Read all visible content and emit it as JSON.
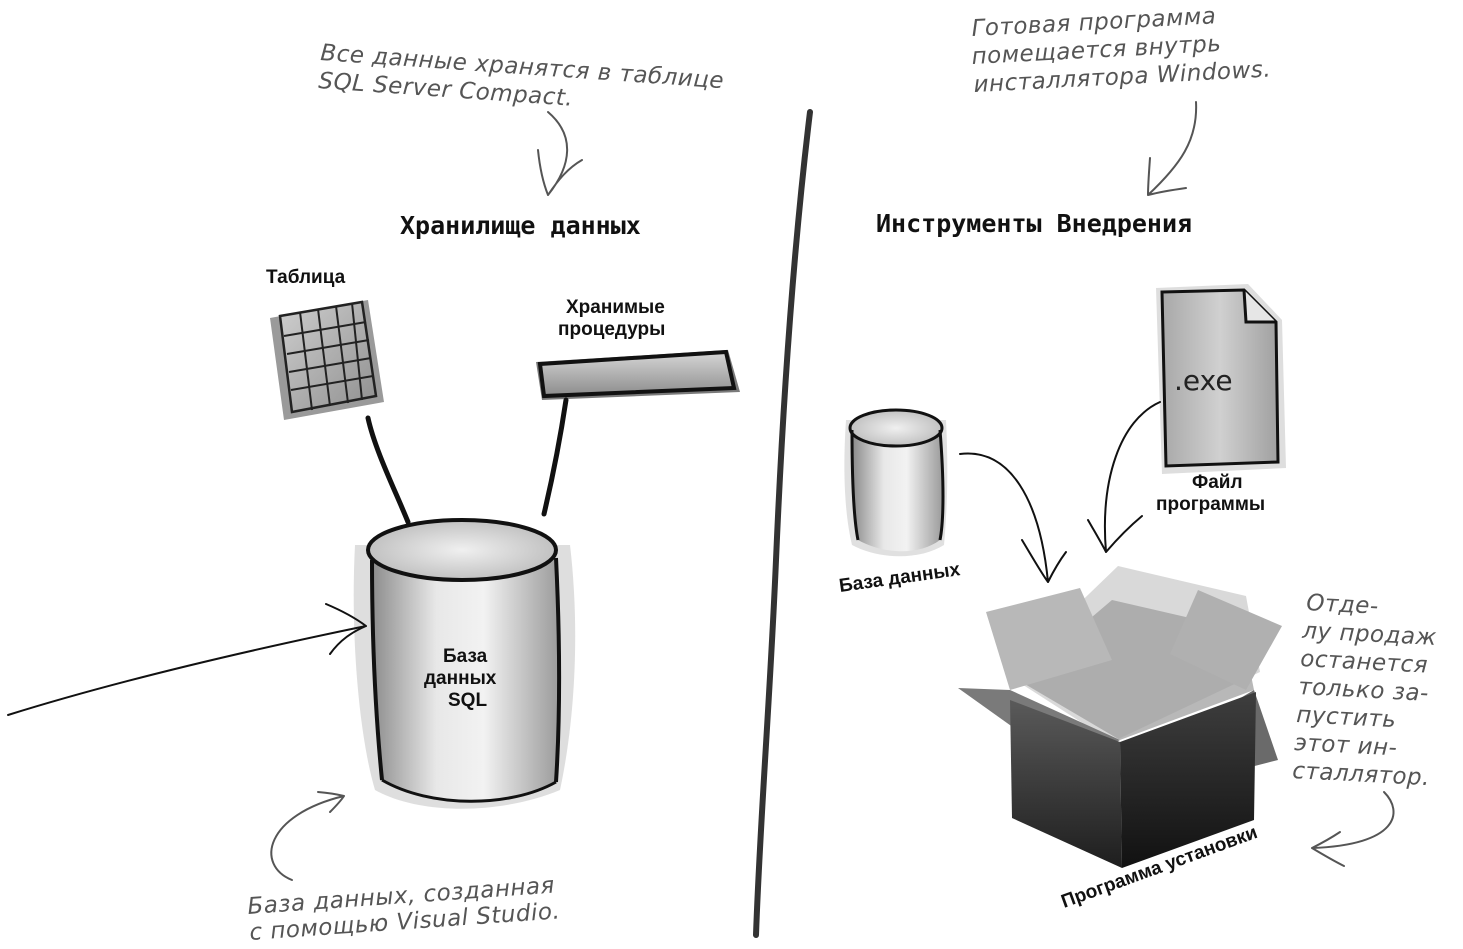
{
  "left": {
    "heading": "Хранилище данных",
    "note_top": [
      "Все данные хранятся в таблице",
      "SQL Server Compact."
    ],
    "table_label": "Таблица",
    "procedures_label": [
      "Хранимые",
      "процедуры"
    ],
    "db_label": [
      "База",
      "данных",
      "SQL"
    ],
    "note_bottom": [
      "База данных, созданная",
      "с помощью Visual Studio."
    ]
  },
  "right": {
    "heading": "Инструменты Внедрения",
    "note_top": [
      "Готовая программа",
      "помещается внутрь",
      "инсталлятора Windows."
    ],
    "exe_text": ".exe",
    "file_label": [
      "Файл",
      "программы"
    ],
    "db_label": "База данных",
    "installer_label": "Программа установки",
    "note_side": [
      "Отде-",
      "лу продаж",
      "останется",
      "только за-",
      "пустить",
      "этот ин-",
      "сталлятор."
    ]
  }
}
